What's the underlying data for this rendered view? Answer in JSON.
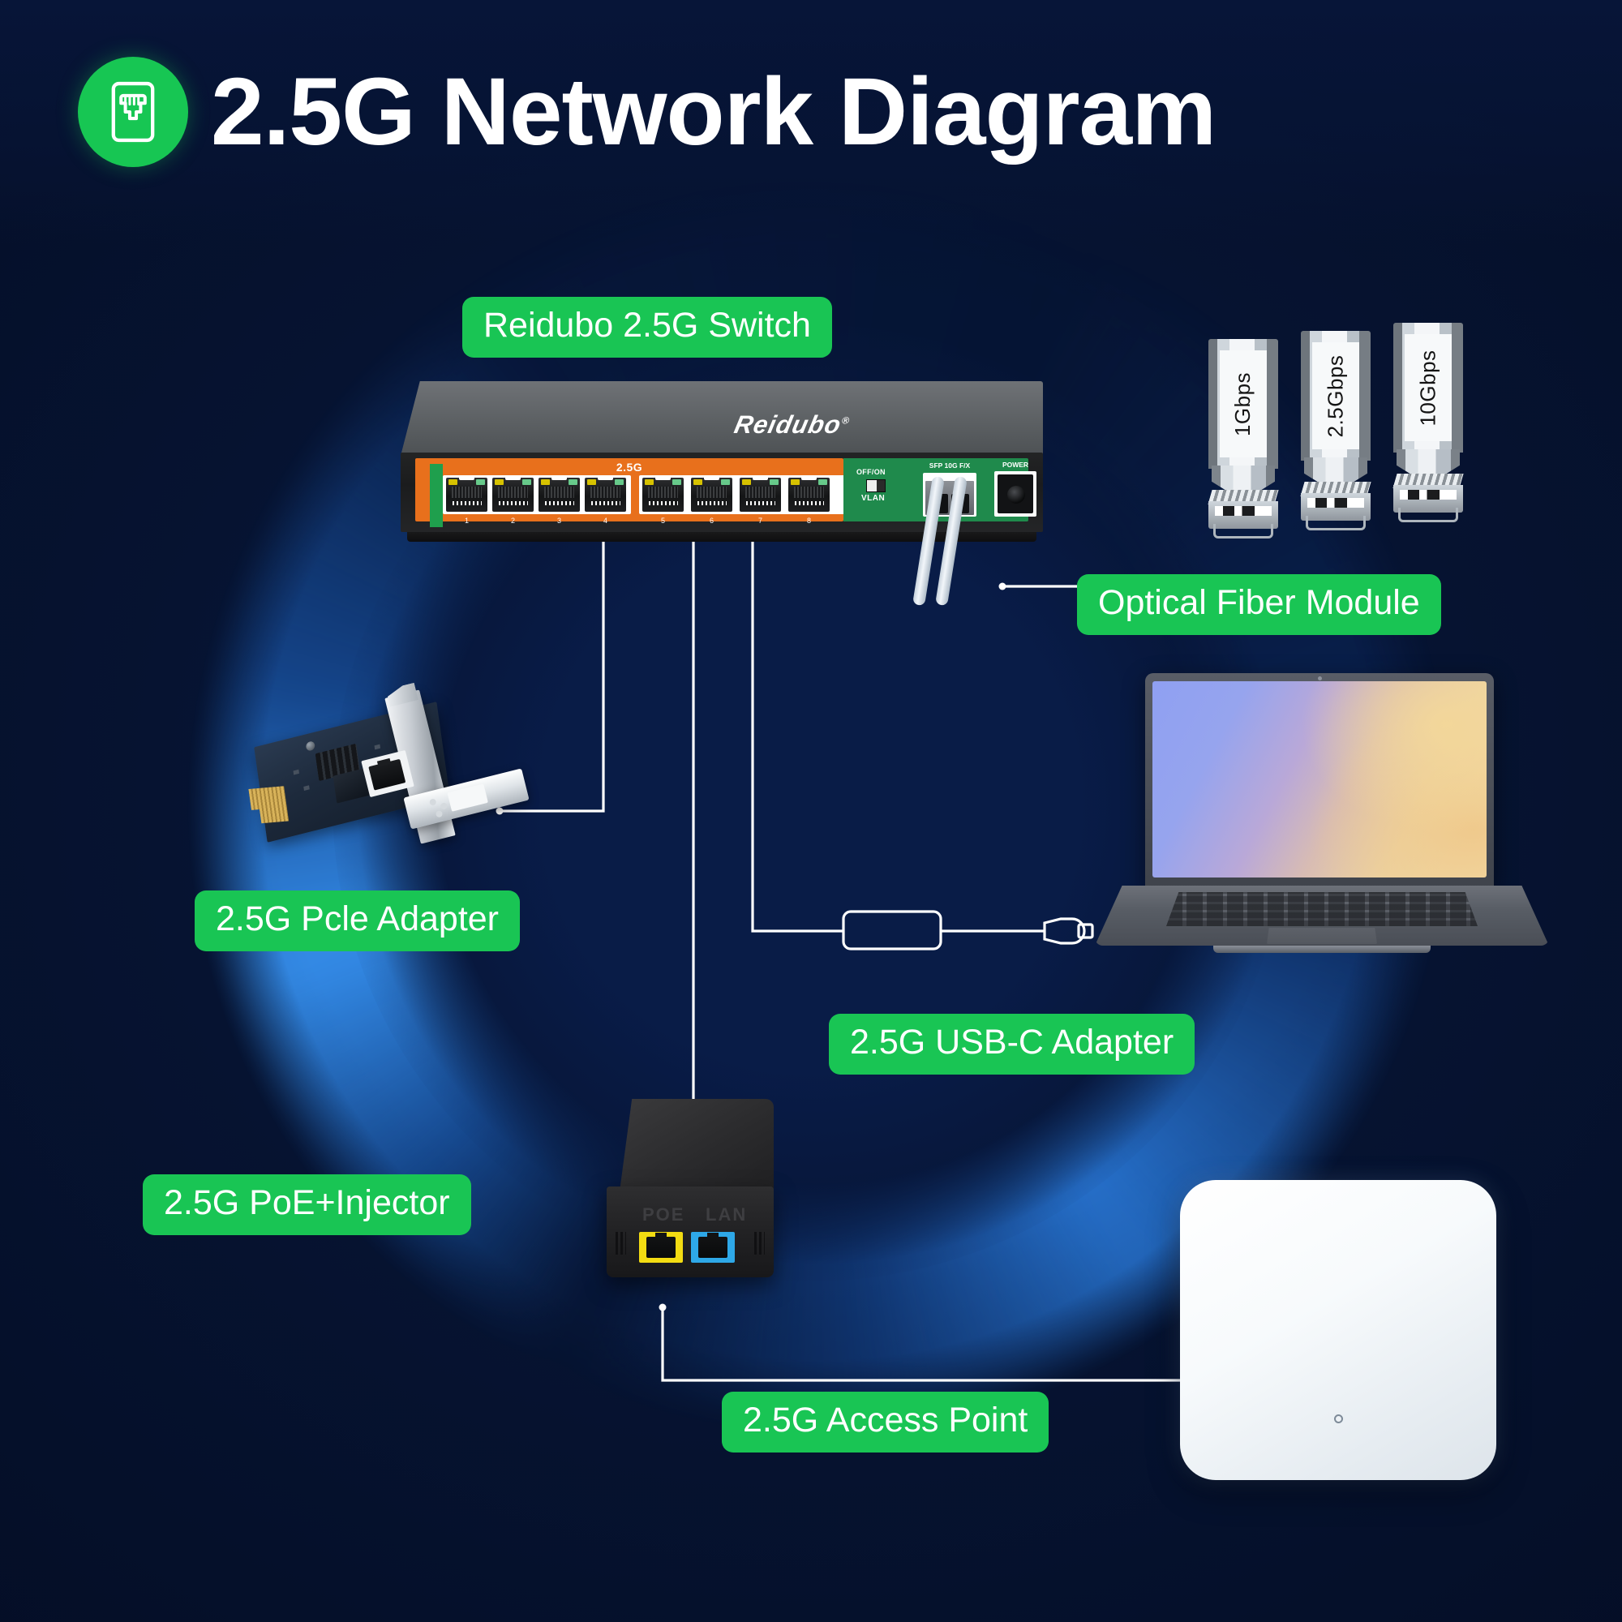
{
  "title": {
    "text": "2.5G Network Diagram",
    "icon": "rj45-ethernet-icon",
    "badge_color": "#17c653"
  },
  "theme": {
    "background": "#061433",
    "accent_green": "#19c554",
    "label_text": "#ffffff",
    "glow_blue": "#2e87f0"
  },
  "labels": {
    "switch": "Reidubo 2.5G Switch",
    "fiber_module": "Optical Fiber Module",
    "pcie_adapter": "2.5G Pcle Adapter",
    "usbc_adapter": "2.5G USB-C Adapter",
    "poe_injector": "2.5G PoE+Injector",
    "access_point": "2.5G Access Point"
  },
  "switch": {
    "brand": "Reidubo",
    "brand_mark": "®",
    "speed_marking": "2.5G",
    "rj45_port_numbers": [
      "1",
      "2",
      "3",
      "4",
      "5",
      "6",
      "7",
      "8"
    ],
    "sfp_label": "SFP 10G F/X",
    "power_label": "POWER",
    "vlan_switch_top": "OFF/ON",
    "vlan_switch_bottom": "VLAN",
    "panel_color": "#e8701c",
    "pcb_color": "#1f8a4c"
  },
  "sfp_modules": [
    {
      "speed": "1Gbps"
    },
    {
      "speed": "2.5Gbps"
    },
    {
      "speed": "10Gbps"
    }
  ],
  "poe_injector": {
    "port_labels": [
      "POE",
      "LAN"
    ],
    "poe_port_color": "#f3dc12",
    "lan_port_color": "#2ea8e8"
  },
  "connections": [
    {
      "from": "switch-port-4",
      "to": "pcie-adapter"
    },
    {
      "from": "switch-port-5",
      "to": "poe-injector"
    },
    {
      "from": "switch-port-6",
      "to": "usbc-adapter"
    },
    {
      "from": "switch-sfp",
      "to": "optical-fiber-module"
    },
    {
      "from": "usbc-adapter",
      "to": "laptop"
    },
    {
      "from": "poe-injector-poe-port",
      "to": "access-point"
    }
  ]
}
